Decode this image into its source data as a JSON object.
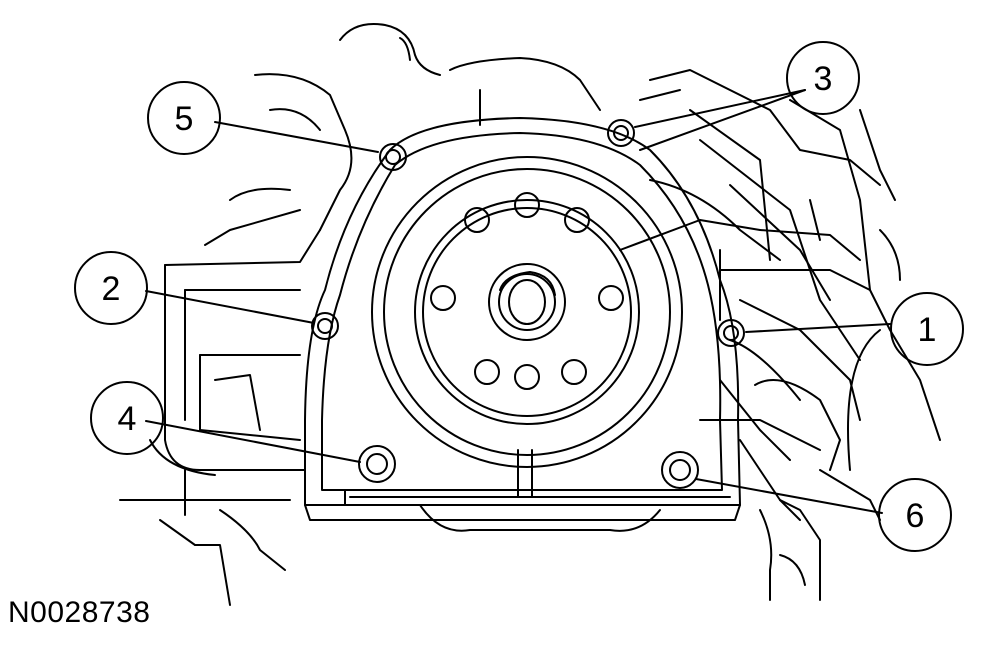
{
  "figure": {
    "id_label": "N0028738"
  },
  "callouts": [
    {
      "label": "1"
    },
    {
      "label": "2"
    },
    {
      "label": "3"
    },
    {
      "label": "4"
    },
    {
      "label": "5"
    },
    {
      "label": "6"
    }
  ],
  "colors": {
    "line": "#000000",
    "background": "#ffffff"
  }
}
